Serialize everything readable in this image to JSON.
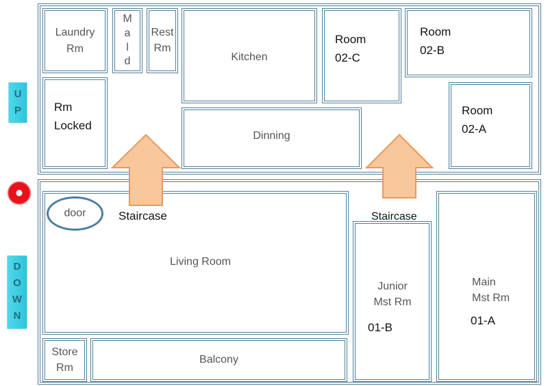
{
  "upper_floor": {
    "laundry": "Laundry Rm",
    "maid": [
      "M",
      "a",
      "l",
      "d"
    ],
    "rest": "Rest Rm",
    "kitchen": "Kitchen",
    "room_02c": [
      "Room",
      "02-C"
    ],
    "room_02b": [
      "Room",
      "02-B"
    ],
    "room_02a": [
      "Room",
      "02-A"
    ],
    "rm_locked": [
      "Rm",
      "Locked"
    ],
    "dinning": "Dinning"
  },
  "lower_floor": {
    "door": "door",
    "staircase_left": "Staircase",
    "staircase_right": "Staircase",
    "living": "Living Room",
    "junior": [
      "Junior",
      "Mst Rm"
    ],
    "junior_id": "01-B",
    "main": [
      "Main",
      "Mst Rm"
    ],
    "main_id": "01-A",
    "store": "Store Rm",
    "balcony": "Balcony"
  },
  "side": {
    "up": [
      "U",
      "P"
    ],
    "down": [
      "D",
      "O",
      "W",
      "N"
    ]
  },
  "colors": {
    "wall": "#4f7d9c",
    "arrow": "#f9c79c",
    "marker": "#e8121a",
    "side_button": "#3ccfe4"
  }
}
